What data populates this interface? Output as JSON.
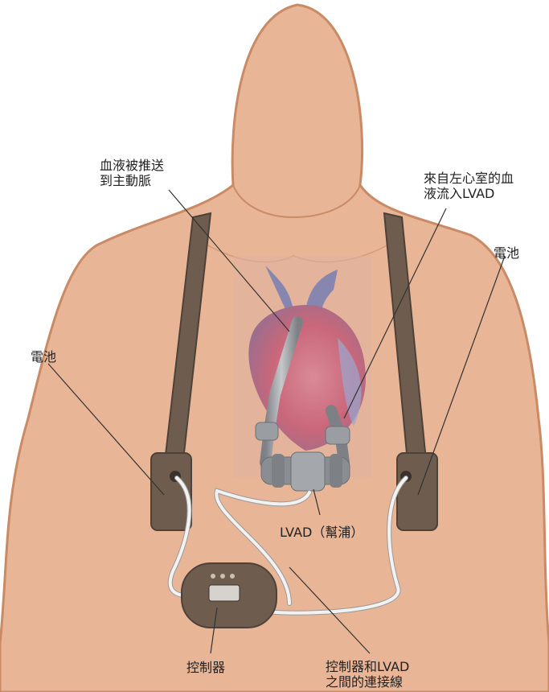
{
  "labels": {
    "aorta": "血液被推送\n到主動脈",
    "inflow": "來自左心室的血\n液流入LVAD",
    "battery_right": "電池",
    "battery_left": "電池",
    "pump": "LVAD（幫浦）",
    "controller": "控制器",
    "cable": "控制器和LVAD\n之間的連接線"
  },
  "colors": {
    "skin": "#e8b596",
    "skin_outline": "#c98a66",
    "strap": "#6e5d4e",
    "strap_dark": "#4e4137",
    "pump_gray": "#8a8d92",
    "cable": "#f2f2f2",
    "leader": "#333333"
  }
}
